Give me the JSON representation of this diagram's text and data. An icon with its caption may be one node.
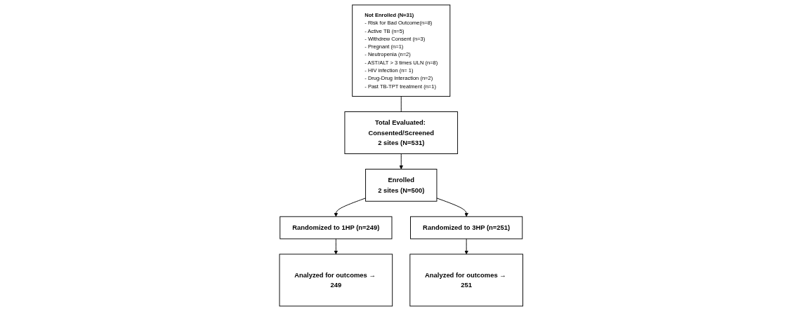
{
  "diagram": {
    "nodes": [
      {
        "text": [
          "Total Evaluated: Consented/Screened",
          "2 sites (N=531)"
        ]
      },
      {
        "text": [
          "Enrolled",
          "2 sites (N=500)"
        ]
      },
      {
        "text": [
          "Not Enrolled (N=31)",
          "- Risk for Bad Outcome(n=8)",
          "- Active TB (n=5)",
          "- Withdrew Consent (n=3)",
          "- Pregnant (n=1)",
          "- Neutropenia (n=2)",
          "- AST/ALT > 3 times ULN (n=8)",
          "- HIV infection (n= 1)",
          "- Drug-Drug Interaction (n=2)",
          "- Past TB-TPT treatment (n=1)"
        ]
      },
      {
        "text": [
          "Randomized to 1HP (n=249)"
        ]
      },
      {
        "text": [
          "Randomized to 3HP (n=251)"
        ]
      },
      {
        "text": [
          "Analyzed for outcomes → 249"
        ]
      },
      {
        "text": [
          "Analyzed for outcomes → 251"
        ]
      }
    ],
    "edges": [
      {
        "from": 0,
        "to": 1,
        "arrow": "to"
      },
      {
        "from": 2,
        "to": 0,
        "arrow": "none"
      },
      {
        "from": 1,
        "to": 3,
        "arrow": "to"
      },
      {
        "from": 1,
        "to": 4,
        "arrow": "to"
      },
      {
        "from": 3,
        "to": 5,
        "arrow": "to"
      },
      {
        "from": 4,
        "to": 6,
        "arrow": "to"
      }
    ]
  }
}
